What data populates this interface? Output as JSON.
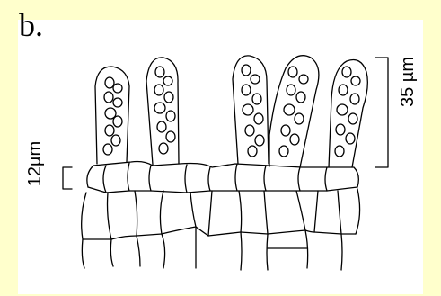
{
  "panel_label": "b.",
  "scale_ascus": "35 µm",
  "scale_cell": "12µm"
}
